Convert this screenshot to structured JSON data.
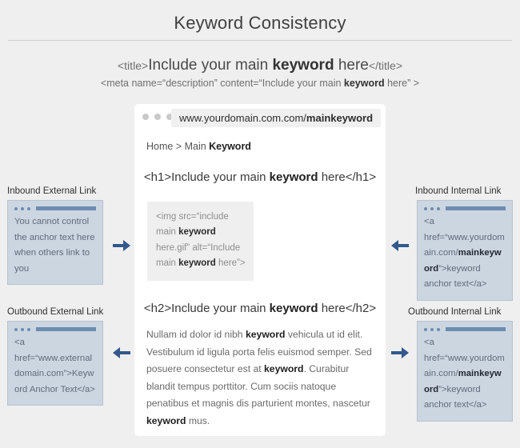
{
  "header": {
    "title": "Keyword Consistency"
  },
  "tags": {
    "title_tag": {
      "open": "<title>",
      "text_before": "Include your main ",
      "keyword": "keyword",
      "text_after": " here",
      "close": "</title>"
    },
    "meta_tag": {
      "text_before": "<meta name=“description” content=“Include your main ",
      "keyword": "keyword",
      "text_after": " here” >"
    }
  },
  "browser": {
    "window_dots": [
      "dot-1",
      "dot-2",
      "dot-3"
    ],
    "url": {
      "base": "www.yourdomain.com.com/",
      "keyword": "mainkeyword"
    },
    "breadcrumb": {
      "text": "Home > Main ",
      "keyword": "Keyword"
    },
    "h1": {
      "open": "<h1>",
      "text_before": "Include your main ",
      "keyword": "keyword",
      "text_after": " here",
      "close": "</h1>"
    },
    "img_code": {
      "line1": "<img src=“include",
      "line2_before": "main ",
      "line2_keyword": "keyword",
      "line3": "here.gif” alt=“Include",
      "line4_before": "main ",
      "line4_keyword": "keyword",
      "line4_after": " here”>"
    },
    "h2": {
      "open": "<h2>",
      "text_before": "Include your main ",
      "keyword": "keyword",
      "text_after": " here",
      "close": "</h2>"
    },
    "paragraph": {
      "seg1": "Nullam id dolor id nibh ",
      "kw1": "keyword",
      "seg2": " vehicula ut id elit. Vestibulum id ligula porta felis euismod semper. Sed posuere consectetur est at ",
      "kw2": "keyword",
      "seg3": ". Curabitur blandit tempus porttitor. Cum sociis natoque penatibus et magnis dis parturient montes, nascetur ",
      "kw3": "keyword",
      "seg4": " mus."
    }
  },
  "link_boxes": {
    "inbound_external": {
      "label": "Inbound External Link",
      "code": "You cannot control the anchor text here when others link to you",
      "arrow": "arrow-right-icon"
    },
    "inbound_internal": {
      "label": "Inbound Internal Link",
      "code_before": "<a href=“www.yourdomain.com/",
      "code_keyword": "mainkeyword",
      "code_after": "”>keyword anchor text</a>",
      "arrow": "arrow-left-icon"
    },
    "outbound_external": {
      "label": "Outbound External Link",
      "code": "<a href=“www.externaldomain.com”>Keyword Anchor Text</a>",
      "arrow": "arrow-left-icon"
    },
    "outbound_internal": {
      "label": "Outbound Internal Link",
      "code_before": "<a href=“www.yourdomain.com/",
      "code_keyword": "mainkeyword",
      "code_after": "”>keyword anchor text</a>",
      "arrow": "arrow-right-icon"
    }
  },
  "colors": {
    "page_background": "#efefef",
    "card_background": "#ffffff",
    "accent_blue": "#33588c",
    "box_background": "#ccd6e1",
    "box_border": "#b6c3d1",
    "mini_bar_blue": "#6d8cb0",
    "title_text": "#3f3f3f",
    "body_text": "#6a6a6a"
  }
}
